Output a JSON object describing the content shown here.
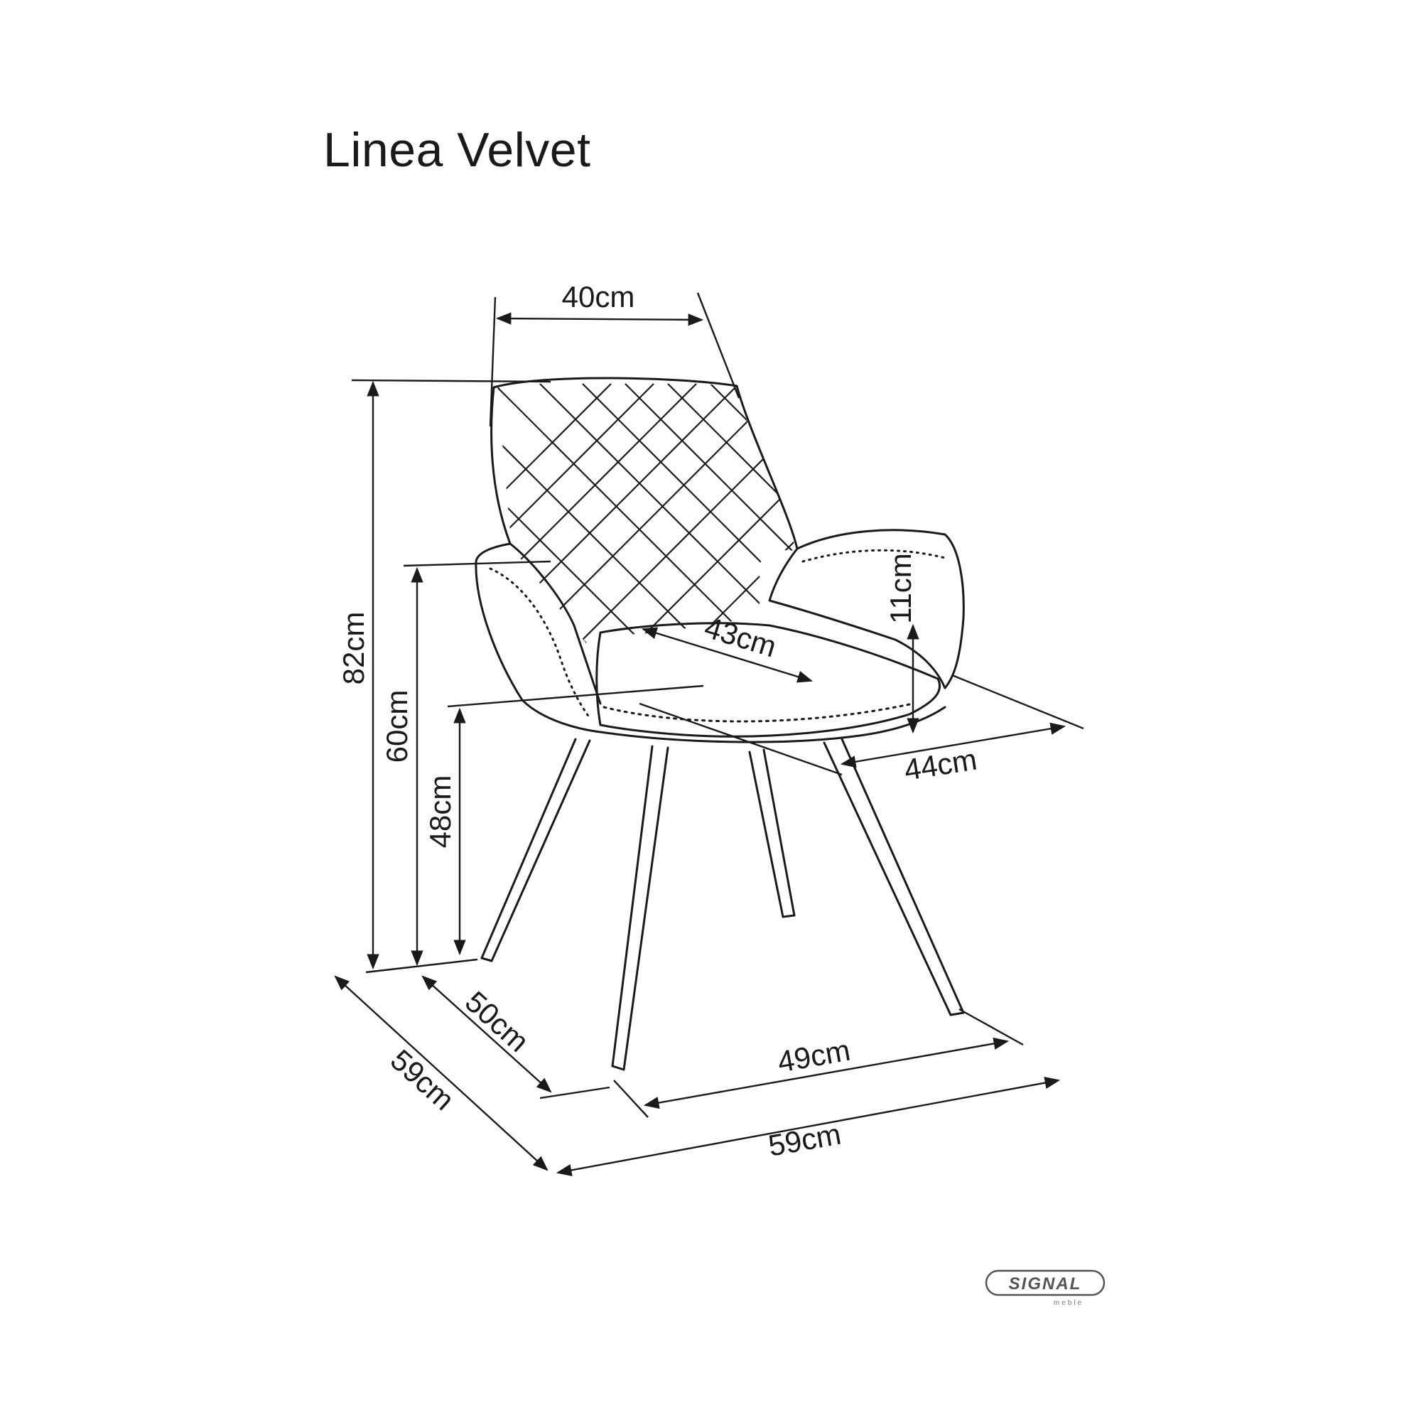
{
  "title": "Linea Velvet",
  "dimensions": {
    "back_width": "40cm",
    "total_height": "82cm",
    "arm_height": "60cm",
    "seat_height": "48cm",
    "seat_depth": "43cm",
    "armrest_height": "11cm",
    "seat_width": "44cm",
    "leg_depth": "50cm",
    "total_depth": "59cm",
    "leg_width": "49cm",
    "total_width": "59cm"
  },
  "logo": {
    "brand": "SIGNAL",
    "sub": "meble"
  },
  "colors": {
    "line": "#1a1a1a",
    "background": "#ffffff"
  }
}
